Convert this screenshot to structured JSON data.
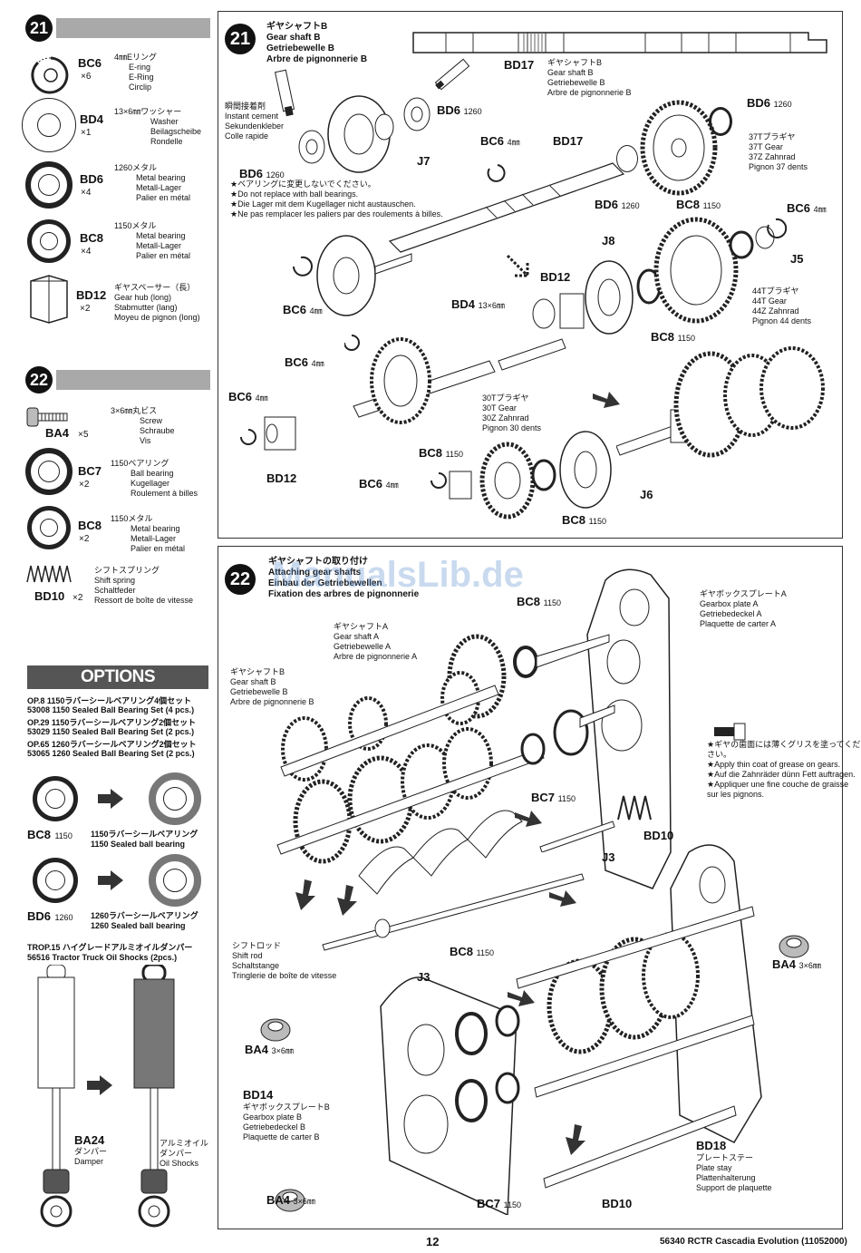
{
  "steps": {
    "s21": {
      "number": "21",
      "parts": [
        {
          "code": "BC6",
          "qty": "×6",
          "jp": "4㎜Eリング",
          "en": "E-ring",
          "de": "E-Ring",
          "fr": "Circlip"
        },
        {
          "code": "BD4",
          "qty": "×1",
          "jp": "13×6㎜ワッシャー",
          "en": "Washer",
          "de": "Beilagscheibe",
          "fr": "Rondelle"
        },
        {
          "code": "BD6",
          "qty": "×4",
          "jp": "1260メタル",
          "en": "Metal bearing",
          "de": "Metall-Lager",
          "fr": "Palier en métal"
        },
        {
          "code": "BC8",
          "qty": "×4",
          "jp": "1150メタル",
          "en": "Metal bearing",
          "de": "Metall-Lager",
          "fr": "Palier en métal"
        },
        {
          "code": "BD12",
          "qty": "×2",
          "jp": "ギヤスペーサー（長）",
          "en": "Gear hub (long)",
          "de": "Stabmutter (lang)",
          "fr": "Moyeu de pignon (long)"
        }
      ]
    },
    "s22": {
      "number": "22",
      "parts": [
        {
          "code": "BA4",
          "qty": "×5",
          "jp": "3×6㎜丸ビス",
          "en": "Screw",
          "de": "Schraube",
          "fr": "Vis"
        },
        {
          "code": "BC7",
          "qty": "×2",
          "jp": "1150ベアリング",
          "en": "Ball bearing",
          "de": "Kugellager",
          "fr": "Roulement à billes"
        },
        {
          "code": "BC8",
          "qty": "×2",
          "jp": "1150メタル",
          "en": "Metal bearing",
          "de": "Metall-Lager",
          "fr": "Palier en métal"
        },
        {
          "code": "BD10",
          "qty": "×2",
          "jp": "シフトスプリング",
          "en": "Shift spring",
          "de": "Schaltfeder",
          "fr": "Ressort de boîte de vitesse"
        }
      ]
    }
  },
  "options": {
    "title": "OPTIONS",
    "items": [
      {
        "jp": "OP.8 1150ラバーシールベアリング4個セット",
        "en": "53008 1150 Sealed Ball Bearing Set (4 pcs.)"
      },
      {
        "jp": "OP.29 1150ラバーシールベアリング2個セット",
        "en": "53029 1150 Sealed Ball Bearing Set (2 pcs.)"
      },
      {
        "jp": "OP.65 1260ラバーシールベアリング2個セット",
        "en": "53065 1260 Sealed Ball Bearing Set (2 pcs.)"
      }
    ],
    "swap1": {
      "code": "BC8",
      "size": "1150",
      "jp": "1150ラバーシールベアリング",
      "en": "1150 Sealed ball bearing"
    },
    "swap2": {
      "code": "BD6",
      "size": "1260",
      "jp": "1260ラバーシールベアリング",
      "en": "1260 Sealed ball bearing"
    },
    "shock_jp": "TROP.15 ハイグレードアルミオイルダンパー",
    "shock_en": "56516 Tractor Truck Oil Shocks (2pcs.)",
    "ba24": {
      "code": "BA24",
      "jp": "ダンパー",
      "en": "Damper"
    },
    "oil": {
      "jp": "アルミオイル ダンパー",
      "en": "Oil Shocks"
    }
  },
  "panel21": {
    "number": "21",
    "title_jp": "ギヤシャフトB",
    "title_en": "Gear shaft B",
    "title_de": "Getriebewelle B",
    "title_fr": "Arbre de pignonnerie B",
    "bd17": {
      "code": "BD17",
      "jp": "ギヤシャフトB",
      "en": "Gear shaft B",
      "de": "Getriebewelle B",
      "fr": "Arbre de pignonnerie B"
    },
    "cement": {
      "jp": "瞬間接着剤",
      "en": "Instant cement",
      "de": "Sekundenkleber",
      "fr": "Colle rapide"
    },
    "warning": {
      "jp": "★ベアリングに変更しないでください。",
      "en": "★Do not replace with ball bearings.",
      "de": "★Die Lager mit dem Kugellager nicht austauschen.",
      "fr": "★Ne pas remplacer les paliers par des roulements à billes."
    },
    "gear37": {
      "jp": "37Tプラギヤ",
      "en": "37T Gear",
      "de": "37Z Zahnrad",
      "fr": "Pignon 37 dents"
    },
    "gear44": {
      "jp": "44Tプラギヤ",
      "en": "44T Gear",
      "de": "44Z Zahnrad",
      "fr": "Pignon 44 dents"
    },
    "gear30": {
      "jp": "30Tプラギヤ",
      "en": "30T Gear",
      "de": "30Z Zahnrad",
      "fr": "Pignon 30 dents"
    },
    "labels": {
      "bd6a": "BD6",
      "bd6a_s": "1260",
      "bd6b": "BD6",
      "bd6b_s": "1260",
      "bd6c": "BD6",
      "bd6c_s": "1260",
      "bd6d": "BD6",
      "bd6d_s": "1260",
      "bc6a": "BC6",
      "bc6a_s": "4㎜",
      "bc6b": "BC6",
      "bc6b_s": "4㎜",
      "bc6c": "BC6",
      "bc6c_s": "4㎜",
      "bc6d": "BC6",
      "bc6d_s": "4㎜",
      "bc6e": "BC6",
      "bc6e_s": "4㎜",
      "bc6f": "BC6",
      "bc6f_s": "4㎜",
      "bd17b": "BD17",
      "j7": "J7",
      "j8": "J8",
      "j5": "J5",
      "j6": "J6",
      "bc8a": "BC8",
      "bc8a_s": "1150",
      "bc8b": "BC8",
      "bc8b_s": "1150",
      "bc8c": "BC8",
      "bc8c_s": "1150",
      "bc8d": "BC8",
      "bc8d_s": "1150",
      "bd12a": "BD12",
      "bd12b": "BD12",
      "bd4": "BD4",
      "bd4_s": "13×6㎜"
    }
  },
  "panel22": {
    "number": "22",
    "title_jp": "ギヤシャフトの取り付け",
    "title_en": "Attaching gear shafts",
    "title_de": "Einbau der Getriebewellen",
    "title_fr": "Fixation des arbres de pignonnerie",
    "watermark": "ManualsLib.de",
    "plateA": {
      "jp": "ギヤボックスプレートA",
      "en": "Gearbox plate A",
      "de": "Getriebedeckel A",
      "fr": "Plaquette de carter A"
    },
    "shaftA": {
      "jp": "ギヤシャフトA",
      "en": "Gear shaft A",
      "de": "Getriebewelle A",
      "fr": "Arbre de pignonnerie A"
    },
    "shaftB": {
      "jp": "ギヤシャフトB",
      "en": "Gear shaft B",
      "de": "Getriebewelle B",
      "fr": "Arbre de pignonnerie B"
    },
    "grease": {
      "jp": "★ギヤの歯面には薄くグリスを塗ってください。",
      "en": "★Apply thin coat of grease on gears.",
      "de": "★Auf die Zahnräder dünn Fett auftragen.",
      "fr": "★Appliquer une fine couche de graisse sur les pignons."
    },
    "shiftrod": {
      "jp": "シフトロッド",
      "en": "Shift rod",
      "de": "Schaltstange",
      "fr": "Tringlerie de boîte de vitesse"
    },
    "plateB": {
      "jp": "ギヤボックスプレートB",
      "en": "Gearbox plate B",
      "de": "Getriebedeckel B",
      "fr": "Plaquette de carter B"
    },
    "platestay": {
      "jp": "プレートステー",
      "en": "Plate stay",
      "de": "Plattenhalterung",
      "fr": "Support de plaquette"
    },
    "labels": {
      "bc8a": "BC8",
      "bc8a_s": "1150",
      "bc8b": "BC8",
      "bc8b_s": "1150",
      "bc7a": "BC7",
      "bc7a_s": "1150",
      "bc7b": "BC7",
      "bc7b_s": "1150",
      "bd10a": "BD10",
      "bd10b": "BD10",
      "j3a": "J3",
      "j3b": "J3",
      "ba4a": "BA4",
      "ba4a_s": "3×6㎜",
      "ba4b": "BA4",
      "ba4b_s": "3×6㎜",
      "ba4c": "BA4",
      "ba4c_s": "3×6㎜",
      "bd14": "BD14",
      "bd18": "BD18"
    }
  },
  "footer": {
    "page": "12",
    "model": "56340 RCTR Cascadia Evolution",
    "date": "(11052000)"
  }
}
